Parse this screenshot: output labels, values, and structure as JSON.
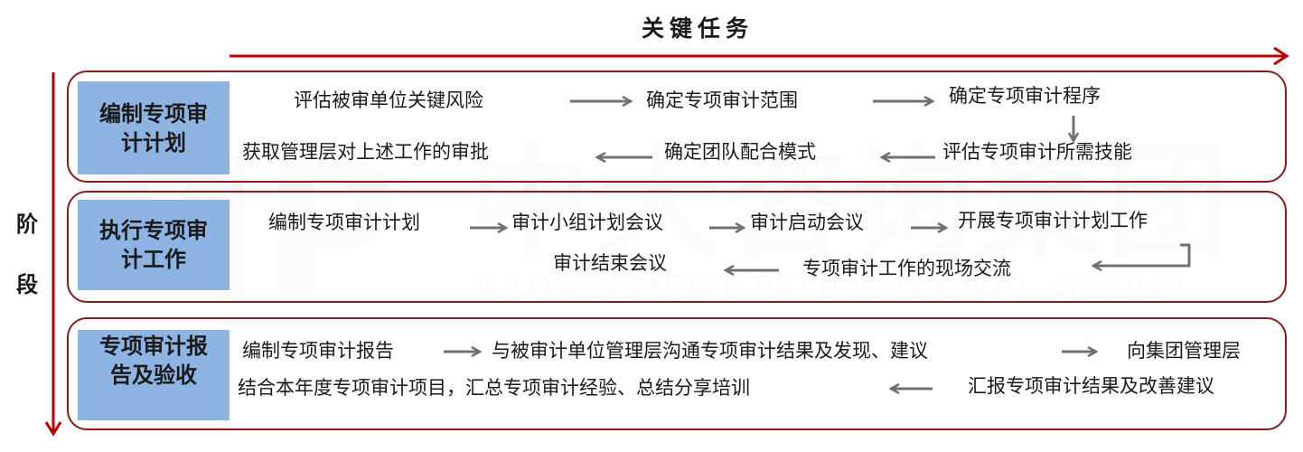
{
  "header": {
    "title": "关键任务"
  },
  "axis": {
    "vertical_label_1": "阶",
    "vertical_label_2": "段"
  },
  "watermark": {
    "text_cn": "中大咨询集团",
    "text_en": "MANAGEMENT PROFESSIONAL GROUP",
    "logo": "MP"
  },
  "colors": {
    "accent_red": "#c00000",
    "panel_border": "#8b1a1a",
    "stage_fill": "#8db4e2",
    "arrow_gray": "#707070"
  },
  "stages": [
    {
      "label": "编制专项审计计划",
      "label_line1": "编制专项审",
      "label_line2": "计计划",
      "tasks": [
        "评估被审单位关键风险",
        "确定专项审计范围",
        "确定专项审计程序",
        "评估专项审计所需技能",
        "确定团队配合模式",
        "获取管理层对上述工作的审批"
      ]
    },
    {
      "label": "执行专项审计工作",
      "label_line1": "执行专项审",
      "label_line2": "计工作",
      "tasks": [
        "编制专项审计计划",
        "审计小组计划会议",
        "审计启动会议",
        "开展专项审计计划工作",
        "专项审计工作的现场交流",
        "审计结束会议"
      ]
    },
    {
      "label": "专项审计报告及验收",
      "label_line1": "专项审计报",
      "label_line2": "告及验收",
      "tasks": [
        "编制专项审计报告",
        "与被审计单位管理层沟通专项审计结果及发现、建议",
        "向集团管理层",
        "汇报专项审计结果及改善建议",
        "结合本年度专项审计项目，汇总专项审计经验、总结分享培训"
      ]
    }
  ]
}
